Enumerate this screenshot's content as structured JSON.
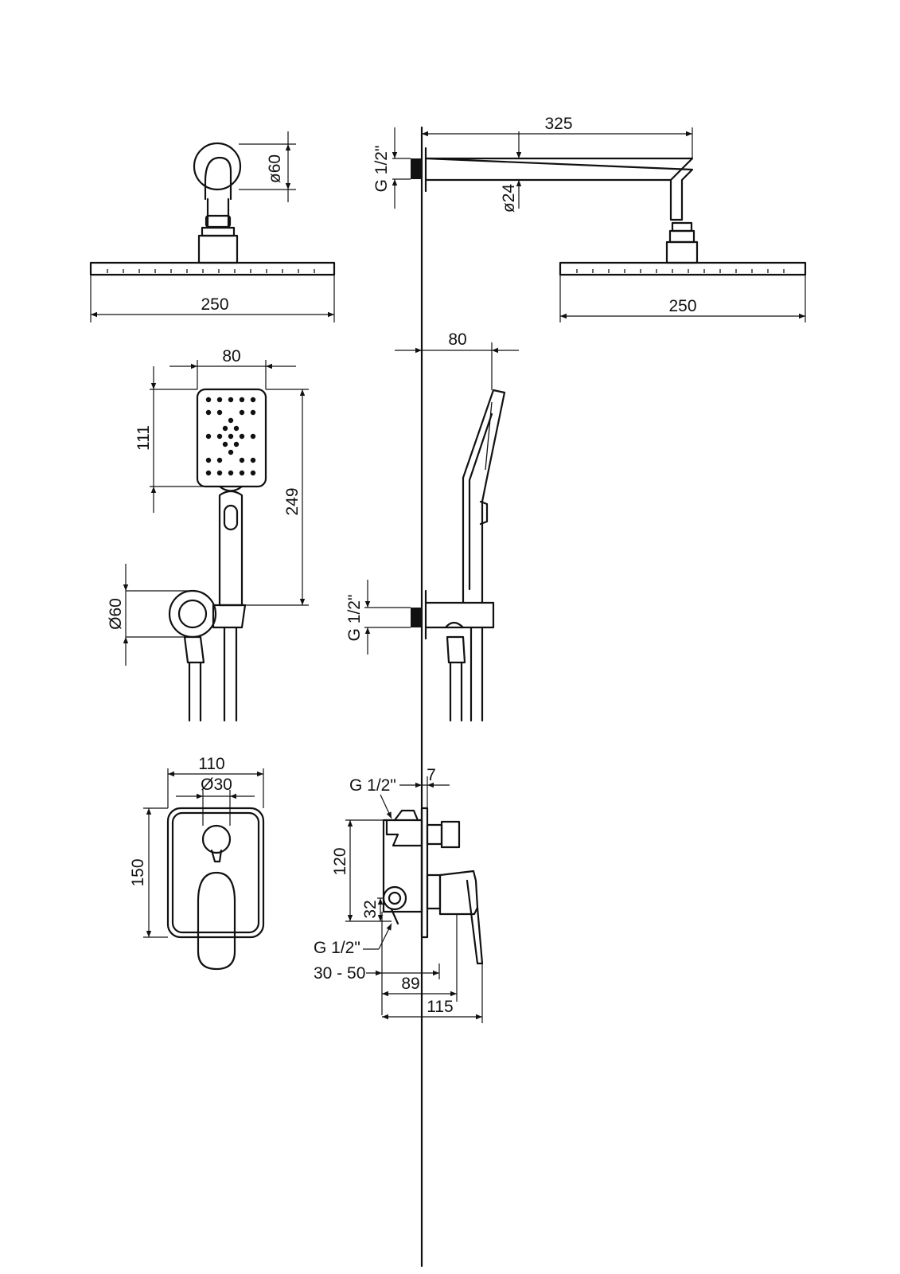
{
  "drawing": {
    "colors": {
      "line": "#111111",
      "background": "#ffffff"
    },
    "head_top": {
      "width": "250",
      "rosette_diameter": "ø60"
    },
    "head_side": {
      "arm_length": "325",
      "arm_diameter": "ø24",
      "thread": "G 1/2\"",
      "width": "250"
    },
    "hand_front": {
      "width": "80",
      "head_length": "111",
      "total_length": "249",
      "holder_diameter": "Ø60"
    },
    "hand_side": {
      "projection": "80",
      "thread": "G 1/2\""
    },
    "mixer_front": {
      "width": "110",
      "diverter_diameter": "Ø30",
      "height": "150"
    },
    "mixer_side": {
      "plate": "7",
      "thread_top": "G 1/2\"",
      "thread_bottom": "G 1/2\"",
      "height": "120",
      "center": "32",
      "depth_range": "30 - 50",
      "depth_body": "89",
      "depth_total": "115"
    }
  }
}
